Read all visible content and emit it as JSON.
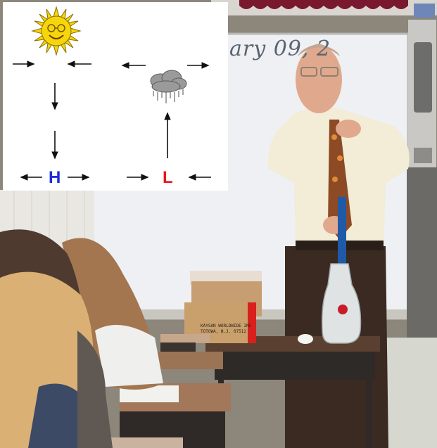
{
  "photo": {
    "board_writing": "ary 09, 2",
    "box_label_line1": "KAYSAN WORLDWIDE INC",
    "box_label_line2": "TOTOWA, N.J. 07512"
  },
  "diagram": {
    "high_label": "H",
    "low_label": "L",
    "colors": {
      "high": "#1d2bd6",
      "low": "#e8161a",
      "sun": "#f5d60c",
      "cloud": "#9a9a9a",
      "arrow": "#111111"
    },
    "icons": {
      "sun": "smiling-sun-icon",
      "cloud": "rain-cloud-icon"
    }
  }
}
